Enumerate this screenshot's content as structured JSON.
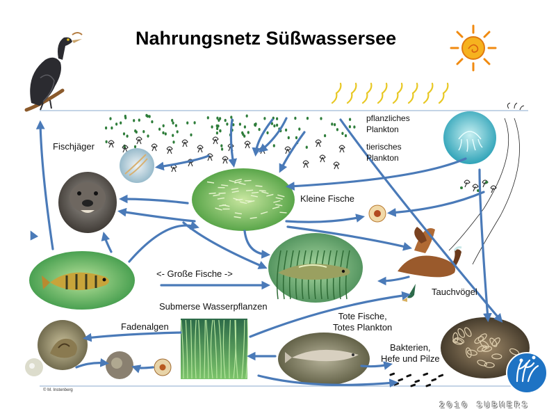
{
  "title": "Nahrungsnetz Süßwassersee",
  "labels": {
    "phytoplankton": [
      "pflanzliches",
      "Plankton"
    ],
    "zooplankton": [
      "tierisches",
      "Plankton"
    ],
    "fischjaeger": "Fischjäger",
    "kleine_fische": "Kleine Fische",
    "grosse_fische": "<- Große Fische ->",
    "tauchvoegel": "Tauchvögel",
    "submerse": "Submerse Wasserpflanzen",
    "fadenalgen": "Fadenalgen",
    "tote": [
      "Tote Fische,",
      "Totes Plankton"
    ],
    "bakterien": [
      "Bakterien,",
      "Hefe und Pilze"
    ]
  },
  "copyright": "© M. Instenberg",
  "brand": "2010 SUBMERS",
  "colors": {
    "arrow": "#4a7ab8",
    "water_line": "#8aa8cc",
    "sun": "#f39a1c",
    "sun_rays": "#e8c824",
    "plankton_green": "#2e7d3a"
  },
  "icons": [
    "cormorant-icon",
    "sun-icon",
    "jellyfish-icon",
    "otter-icon",
    "duck-icon",
    "logo-icon"
  ]
}
